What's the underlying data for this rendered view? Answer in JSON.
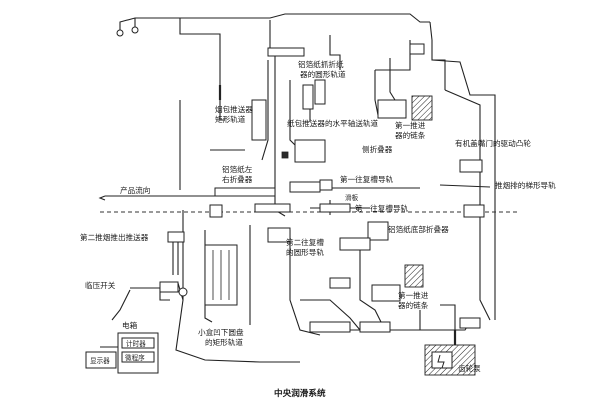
{
  "labels": {
    "foil_bottom_top_arc": "铝箔纸抓折纸",
    "arc_track_top": "器的圆形轨道",
    "foil_pusher_line1": "烟包推送器",
    "foil_pusher_line2": "矩形轨道",
    "paper_pusher_horizontal": "纸包推送器的水平轴送轨道",
    "first_pusher_chain_top_line1": "第一推进",
    "first_pusher_chain_top_line2": "器的链条",
    "side_folder": "侧折叠器",
    "cam_right": "有机盖嘴门的驱动凸轮",
    "foil_left_folder_line1": "铝箔纸左",
    "foil_left_folder_line2": "右折叠器",
    "first_guide_upper": "第一往复槽导轨",
    "trapezoid_track": "推烟排的梯形导轨",
    "product_direction": "产品流向",
    "first_guide_lower": "第一往复槽导轨",
    "guide_small": "滑板",
    "second_pusher": "第二推烟推出推送器",
    "foil_bottom_folder": "铝箔纸底部折叠器",
    "second_arc_line1": "第二往复槽",
    "second_arc_line2": "的圆形导轨",
    "pressure_switch": "临压开关",
    "electric_box": "电箱",
    "timer": "计时器",
    "programmer": "微程序",
    "display": "显示器",
    "small_box_line1": "小盒凹下圆盘",
    "small_box_line2": "的矩形轨道",
    "first_pusher_chain_bottom_line1": "第一推进",
    "first_pusher_chain_bottom_line2": "器的链条",
    "gear_pump": "齿轮泵",
    "title": "中央润滑系统"
  }
}
